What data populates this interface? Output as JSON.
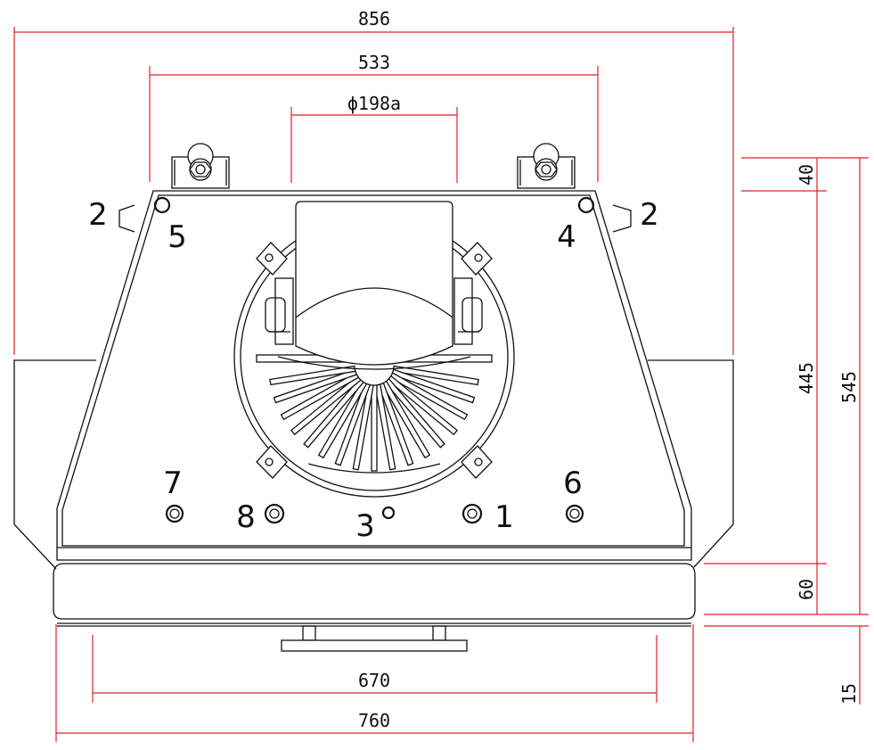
{
  "colors": {
    "ink": "#111111",
    "dimension": "#e0202a",
    "background": "#ffffff"
  },
  "dimensions": {
    "overall_width": "856",
    "bracket_spacing": "533",
    "fan_diameter": "ϕ198a",
    "height_top": "40",
    "height_body": "445",
    "height_total": "545",
    "height_base": "60",
    "height_drip": "15",
    "tray_inner": "670",
    "tray_outer": "760"
  },
  "numbers": {
    "left_fitting": "2",
    "right_fitting": "2",
    "hole_top_left": "5",
    "hole_top_right": "4",
    "hole_bottom_left": "7",
    "hole_bottom_right": "6",
    "hole_mid_left": "8",
    "hole_center": "3",
    "hole_mid_right": "1"
  }
}
